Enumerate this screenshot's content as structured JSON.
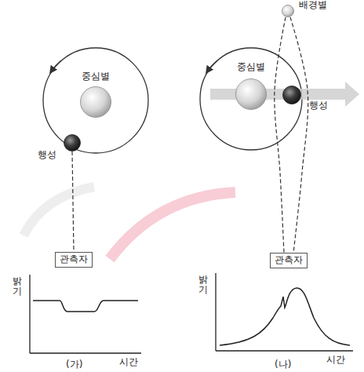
{
  "diagram": {
    "nodes": [
      {
        "text": [
          "중심별"
        ]
      },
      {
        "text": [
          "행성"
        ]
      },
      {
        "text": [
          "관측자"
        ]
      },
      {
        "text": [
          "배경별"
        ]
      },
      {
        "text": [
          "중심별"
        ]
      },
      {
        "text": [
          "행성"
        ]
      },
      {
        "text": [
          "관측자"
        ]
      }
    ],
    "edges": [
      {
        "from": 1,
        "to": 2,
        "arrow": "none"
      },
      {
        "from": 3,
        "to": 6,
        "arrow": "none"
      },
      {
        "from": 3,
        "to": 6,
        "arrow": "none"
      }
    ],
    "labels": [
      "밝기",
      "시간",
      "(가)",
      "밝기",
      "시간",
      "(나)"
    ]
  }
}
